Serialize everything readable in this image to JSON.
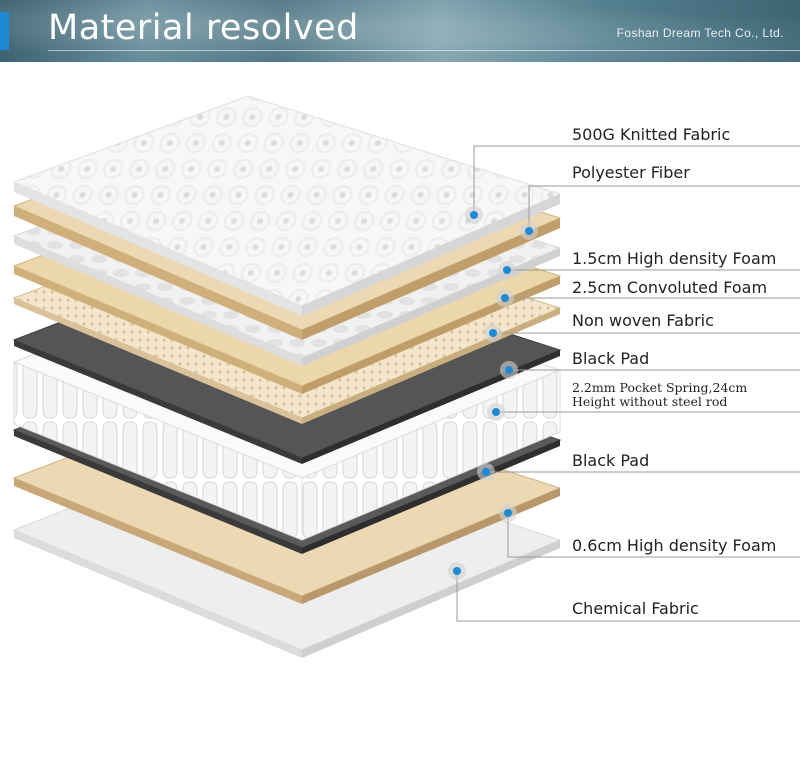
{
  "banner": {
    "title": "Material resolved",
    "company": "Foshan Dream Tech Co., Ltd."
  },
  "layers": [
    {
      "id": "knitted",
      "label": "500G Knitted Fabric"
    },
    {
      "id": "polyester",
      "label": "Polyester Fiber"
    },
    {
      "id": "hd_foam_15",
      "label": "1.5cm High density Foam"
    },
    {
      "id": "convoluted",
      "label": "2.5cm Convoluted Foam"
    },
    {
      "id": "nonwoven",
      "label": "Non woven Fabric"
    },
    {
      "id": "black_pad_top",
      "label": "Black Pad"
    },
    {
      "id": "spring",
      "label_line1": "2.2mm Pocket Spring,24cm",
      "label_line2": "Height without steel rod"
    },
    {
      "id": "black_pad_bottom",
      "label": "Black Pad"
    },
    {
      "id": "hd_foam_06",
      "label": "0.6cm High density Foam"
    },
    {
      "id": "chemical",
      "label": "Chemical Fabric"
    }
  ],
  "colors": {
    "accent": "#1e8ad6",
    "leader_line": "#9a9a9a",
    "beige": "#e8d5b0",
    "beige_edge": "#c8a878",
    "black_pad": "#4a4a4a",
    "fabric_white": "#f4f4f4"
  }
}
